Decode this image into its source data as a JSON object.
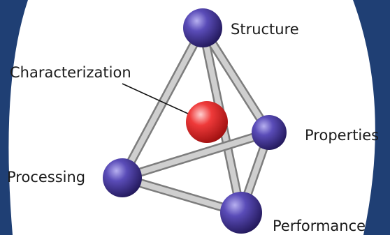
{
  "diagram": {
    "nodes": [
      {
        "id": "structure",
        "label": "Structure",
        "color": "#3b2f86"
      },
      {
        "id": "properties",
        "label": "Properties",
        "color": "#3b2f86"
      },
      {
        "id": "processing",
        "label": "Processing",
        "color": "#3b2f86"
      },
      {
        "id": "performance",
        "label": "Performance",
        "color": "#3b2f86"
      },
      {
        "id": "characterization",
        "label": "Characterization",
        "color": "#d92020"
      }
    ],
    "edges": [
      [
        "structure",
        "processing"
      ],
      [
        "structure",
        "performance"
      ],
      [
        "structure",
        "properties"
      ],
      [
        "processing",
        "performance"
      ],
      [
        "processing",
        "properties"
      ],
      [
        "properties",
        "performance"
      ]
    ],
    "background_frame_color": "#1f3f74"
  }
}
